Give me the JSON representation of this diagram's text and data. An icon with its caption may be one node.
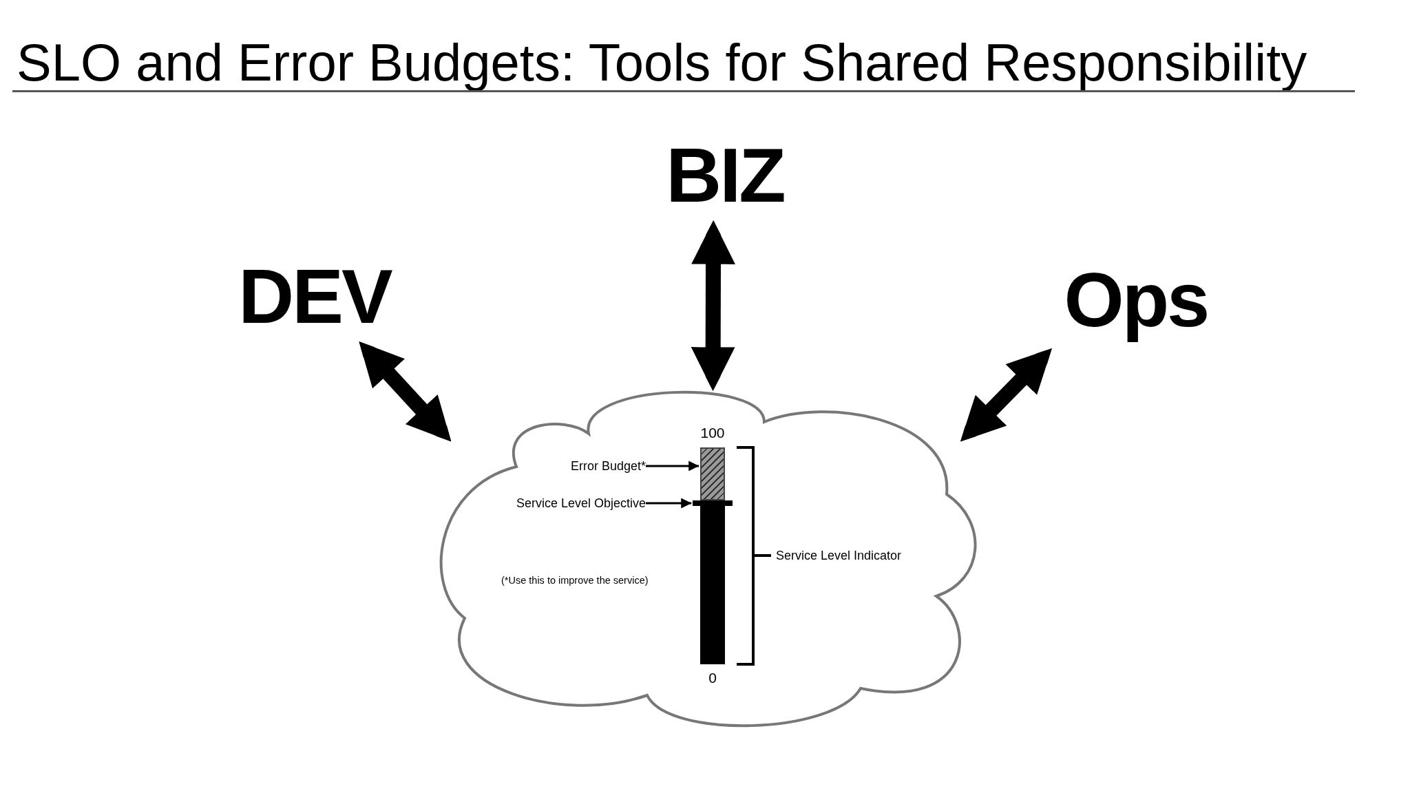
{
  "diagram": {
    "title": "SLO and Error Budgets: Tools for Shared Responsibility",
    "nodes": [
      {
        "text": [
          "DEV"
        ]
      },
      {
        "text": [
          "BIZ"
        ]
      },
      {
        "text": [
          "Ops"
        ]
      },
      {
        "text": [],
        "shape": "cloud"
      },
      {
        "text": [
          "Error Budget*"
        ],
        "in": 3
      },
      {
        "text": [],
        "shape": "bar",
        "in": 3,
        "beside": [
          "100"
        ]
      },
      {
        "text": [
          "Service Level Objective"
        ],
        "in": 3
      },
      {
        "text": [],
        "shape": "bar",
        "in": 3
      },
      {
        "text": [],
        "shape": "bar",
        "in": 3,
        "beside": [
          "0"
        ]
      }
    ],
    "edges": [
      {
        "from": 0,
        "to": 3,
        "arrow": "both"
      },
      {
        "from": 1,
        "to": 3,
        "arrow": "both"
      },
      {
        "from": 2,
        "to": 3,
        "arrow": "both"
      },
      {
        "from": 4,
        "to": 5,
        "arrow": "to"
      },
      {
        "from": 6,
        "to": 7,
        "arrow": "to"
      }
    ],
    "labels": [
      "Service Level Indicator",
      "(*Use this to improve the service)"
    ]
  }
}
